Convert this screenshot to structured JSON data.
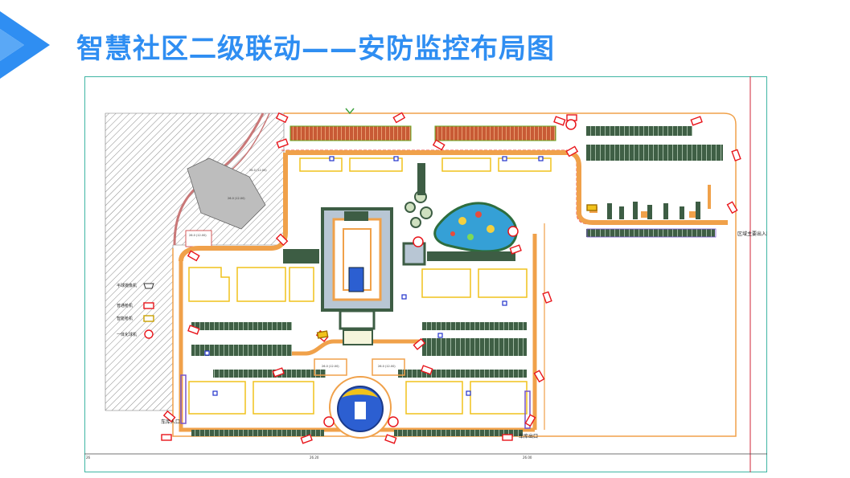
{
  "header": {
    "title": "智慧社区二级联动——安防监控布局图"
  },
  "legend": [
    {
      "label": "半球摄像机",
      "icon": "dome-camera-icon"
    },
    {
      "label": "普通枪机",
      "icon": "bullet-camera-icon"
    },
    {
      "label": "智能枪机",
      "icon": "smart-bullet-camera-icon"
    },
    {
      "label": "一体化球机",
      "icon": "ptz-dome-camera-icon"
    }
  ],
  "plan_labels": {
    "east_entrance": "区域主要出入口",
    "southwest_entrance": "车库入口",
    "southeast_entrance": "车库出口",
    "building_tags": [
      "26.0 (12.00)",
      "26.0 (12.00)",
      "26.0 (12.00)",
      "26.0 (12.00)",
      "26.0 (12.00)"
    ],
    "bottom_dims": [
      "26.20",
      "26.00"
    ],
    "left_mark": "26"
  },
  "colors": {
    "title": "#2f8ef2",
    "accent_arrow": "#2f8ef2",
    "camera": "#e8151b",
    "road": "#f2a65a",
    "building": "#f1c21b",
    "parking": "#4a6b4e",
    "water": "#3d63c4",
    "frame": "#3fb5a3"
  }
}
